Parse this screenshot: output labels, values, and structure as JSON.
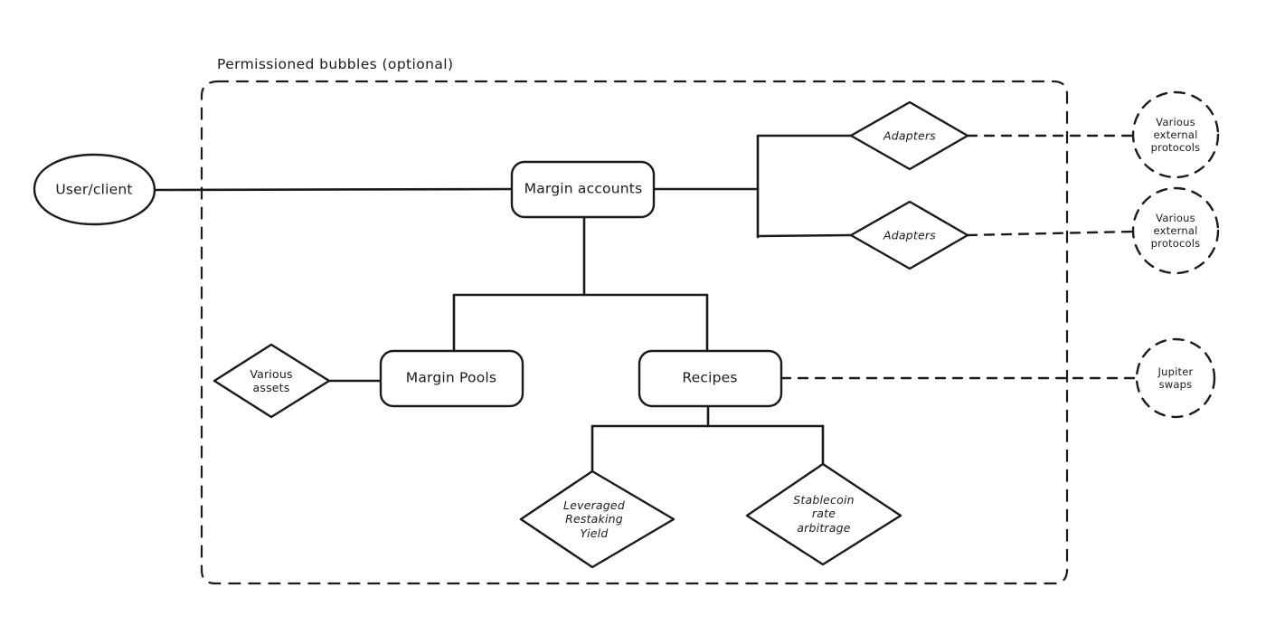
{
  "diagram": {
    "title": "Permissioned bubbles (optional)",
    "style": {
      "stroke": "#1b1b1b",
      "fill": "#ffffff",
      "background": "#ffffff"
    },
    "nodes": {
      "user_client": {
        "label": "User/client",
        "shape": "ellipse"
      },
      "margin_accounts": {
        "label": "Margin accounts",
        "shape": "rounded-rect"
      },
      "adapter_top": {
        "label": "Adapters",
        "shape": "diamond"
      },
      "adapter_bottom": {
        "label": "Adapters",
        "shape": "diamond"
      },
      "external_protocols_top": {
        "label": "Various\nexternal\nprotocols",
        "shape": "dashed-circle"
      },
      "external_protocols_bottom": {
        "label": "Various\nexternal\nprotocols",
        "shape": "dashed-circle"
      },
      "jupiter_swaps": {
        "label": "Jupiter\nswaps",
        "shape": "dashed-circle"
      },
      "various_assets": {
        "label": "Various\nassets",
        "shape": "diamond"
      },
      "margin_pools": {
        "label": "Margin Pools",
        "shape": "rounded-rect"
      },
      "recipes": {
        "label": "Recipes",
        "shape": "rounded-rect"
      },
      "leveraged_restaking_yield": {
        "label": "Leveraged\nRestaking\nYield",
        "shape": "diamond"
      },
      "stablecoin_rate_arbitrage": {
        "label": "Stablecoin\nrate\narbitrage",
        "shape": "diamond"
      }
    },
    "edges": [
      {
        "from": "user_client",
        "to": "margin_accounts",
        "style": "solid"
      },
      {
        "from": "margin_accounts",
        "to": "adapter_top",
        "style": "solid"
      },
      {
        "from": "margin_accounts",
        "to": "adapter_bottom",
        "style": "solid"
      },
      {
        "from": "adapter_top",
        "to": "external_protocols_top",
        "style": "dashed"
      },
      {
        "from": "adapter_bottom",
        "to": "external_protocols_bottom",
        "style": "dashed"
      },
      {
        "from": "margin_accounts",
        "to": "margin_pools",
        "style": "solid"
      },
      {
        "from": "margin_accounts",
        "to": "recipes",
        "style": "solid"
      },
      {
        "from": "various_assets",
        "to": "margin_pools",
        "style": "solid"
      },
      {
        "from": "recipes",
        "to": "jupiter_swaps",
        "style": "dashed"
      },
      {
        "from": "recipes",
        "to": "leveraged_restaking_yield",
        "style": "solid"
      },
      {
        "from": "recipes",
        "to": "stablecoin_rate_arbitrage",
        "style": "solid"
      }
    ]
  }
}
